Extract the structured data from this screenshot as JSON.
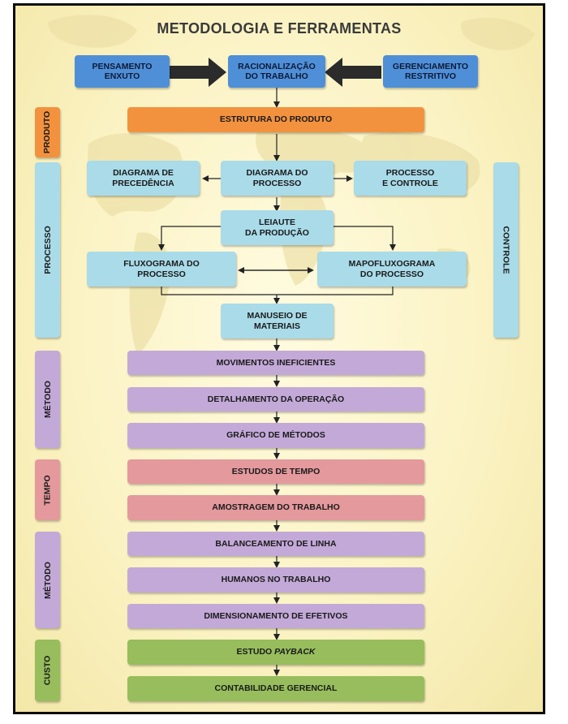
{
  "title": "METODOLOGIA E FERRAMENTAS",
  "top": {
    "left": "PENSAMENTO\nENXUTO",
    "center": "RACIONALIZAÇÃO\nDO TRABALHO",
    "right": "GERENCIAMENTO\nRESTRITIVO"
  },
  "produto": {
    "estrutura": "ESTRUTURA DO PRODUTO"
  },
  "processo": {
    "precedencia": "DIAGRAMA DE\nPRECEDÊNCIA",
    "diagrama": "DIAGRAMA DO\nPROCESSO",
    "controle": "PROCESSO\nE CONTROLE",
    "leiaute": "LEIAUTE\nDA PRODUÇÃO",
    "fluxograma": "FLUXOGRAMA DO\nPROCESSO",
    "mapofluxograma": "MAPOFLUXOGRAMA\nDO PROCESSO",
    "manuseio": "MANUSEIO DE\nMATERIAIS"
  },
  "metodo1": [
    "MOVIMENTOS INEFICIENTES",
    "DETALHAMENTO DA OPERAÇÃO",
    "GRÁFICO DE MÉTODOS"
  ],
  "tempo": [
    "ESTUDOS DE TEMPO",
    "AMOSTRAGEM DO TRABALHO"
  ],
  "metodo2": [
    "BALANCEAMENTO DE LINHA",
    "HUMANOS NO TRABALHO",
    "DIMENSIONAMENTO DE EFETIVOS"
  ],
  "custo": {
    "payback_prefix": "ESTUDO ",
    "payback_italic": "PAYBACK",
    "contabilidade": "CONTABILIDADE GERENCIAL"
  },
  "sides": {
    "produto": "PRODUTO",
    "processo": "PROCESSO",
    "metodo1": "MÉTODO",
    "tempo": "TEMPO",
    "metodo2": "MÉTODO",
    "custo": "CUSTO",
    "controle": "CONTROLE"
  },
  "colors": {
    "blue": "#4f8fd8",
    "orange": "#f3923e",
    "cyan": "#a9dbe9",
    "purple": "#c3a9d8",
    "red": "#e4999d",
    "green": "#97bd5d"
  }
}
